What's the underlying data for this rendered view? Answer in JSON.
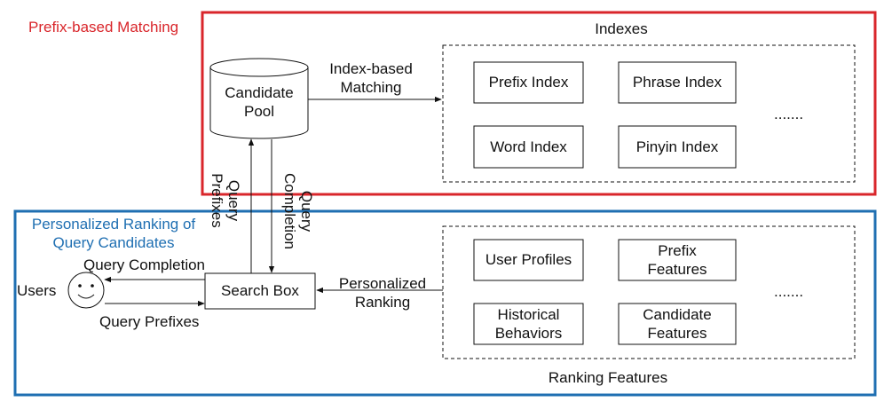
{
  "colors": {
    "prefix_section": "#d9262b",
    "ranking_section": "#1f6fb2",
    "stroke": "#111111"
  },
  "prefix_section": {
    "title": "Prefix-based Matching"
  },
  "ranking_section": {
    "title_line1": "Personalized Ranking of",
    "title_line2": "Query Candidates"
  },
  "indexes": {
    "title": "Indexes",
    "items": [
      "Prefix Index",
      "Phrase Index",
      "Word Index",
      "Pinyin Index"
    ],
    "ellipsis": "......."
  },
  "ranking_features": {
    "title": "Ranking Features",
    "items": [
      {
        "line1": "User Profiles",
        "line2": ""
      },
      {
        "line1": "Prefix",
        "line2": "Features"
      },
      {
        "line1": "Historical",
        "line2": "Behaviors"
      },
      {
        "line1": "Candidate",
        "line2": "Features"
      }
    ],
    "ellipsis": "......."
  },
  "candidate_pool": {
    "line1": "Candidate",
    "line2": "Pool"
  },
  "search_box": {
    "label": "Search Box"
  },
  "users": {
    "label": "Users",
    "icon": "smiley-face-icon"
  },
  "arrows": {
    "index_matching_line1": "Index-based",
    "index_matching_line2": "Matching",
    "query_prefixes_v_line1": "Query",
    "query_prefixes_v_line2": "Prefixes",
    "query_completion_v_line1": "Query",
    "query_completion_v_line2": "Completion",
    "query_completion_h": "Query Completion",
    "query_prefixes_h": "Query Prefixes",
    "personalized_ranking_line1": "Personalized",
    "personalized_ranking_line2": "Ranking"
  }
}
